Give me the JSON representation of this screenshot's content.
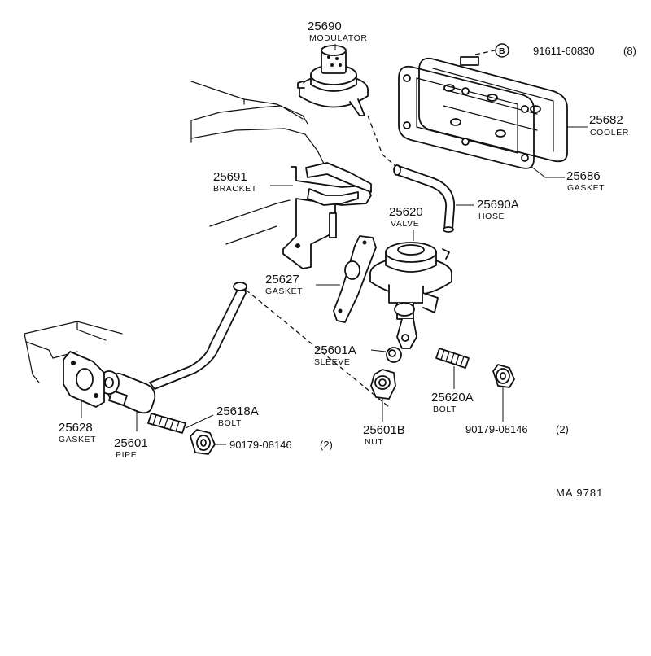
{
  "diagram": {
    "id_code": "MA 9781",
    "callouts": [
      {
        "key": "modulator",
        "number": "25690",
        "name": "MODULATOR"
      },
      {
        "key": "fastener_b",
        "marker": "B",
        "number": "91611-60830",
        "qty": "(8)"
      },
      {
        "key": "cooler",
        "number": "25682",
        "name": "COOLER"
      },
      {
        "key": "cooler_gasket",
        "number": "25686",
        "name": "GASKET"
      },
      {
        "key": "bracket",
        "number": "25691",
        "name": "BRACKET"
      },
      {
        "key": "valve",
        "number": "25620",
        "name": "VALVE"
      },
      {
        "key": "hose",
        "number": "25690A",
        "name": "HOSE"
      },
      {
        "key": "valve_gasket",
        "number": "25627",
        "name": "GASKET"
      },
      {
        "key": "sleeve",
        "number": "25601A",
        "name": "SLEEVE"
      },
      {
        "key": "valve_bolt",
        "number": "25620A",
        "name": "BOLT"
      },
      {
        "key": "nut_right",
        "number": "90179-08146",
        "qty": "(2)"
      },
      {
        "key": "pipe_bolt",
        "number": "25618A",
        "name": "BOLT"
      },
      {
        "key": "pipe_gasket",
        "number": "25628",
        "name": "GASKET"
      },
      {
        "key": "pipe",
        "number": "25601",
        "name": "PIPE"
      },
      {
        "key": "nut_left",
        "number": "90179-08146",
        "qty": "(2)"
      },
      {
        "key": "nut",
        "number": "25601B",
        "name": "NUT"
      }
    ]
  }
}
